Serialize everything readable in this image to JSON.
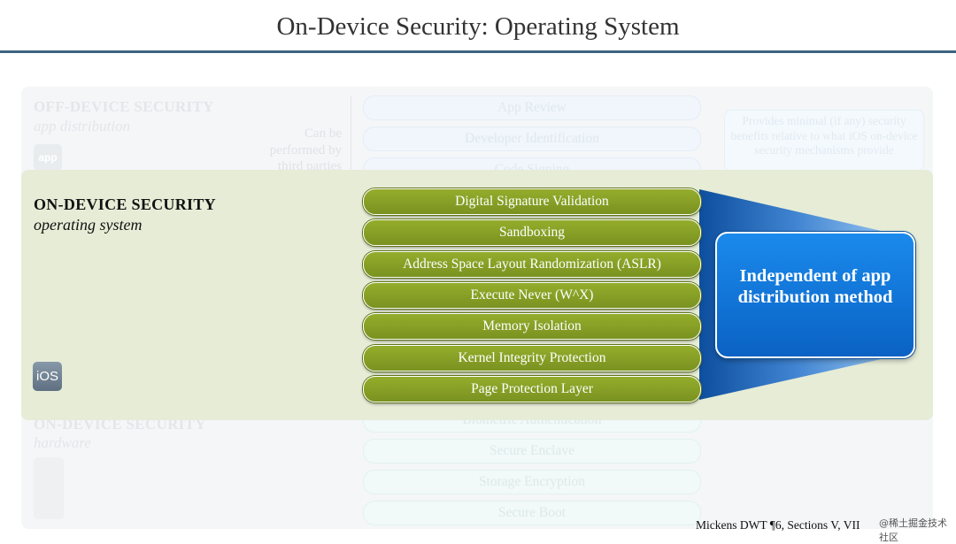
{
  "title": "On-Device Security: Operating System",
  "off_device": {
    "heading": "OFF-DEVICE SECURITY",
    "subheading": "app distribution",
    "app_icon_label": "app",
    "note": "Can be performed by third parties",
    "layers": [
      "App Review",
      "Developer Identification",
      "Code Signing"
    ],
    "callout": "Provides minimal (if any) security benefits relative to what iOS on-device security mechanisms provide"
  },
  "os": {
    "heading": "ON-DEVICE SECURITY",
    "subheading": "operating system",
    "icon_label": "iOS",
    "layers": [
      "Digital Signature Validation",
      "Sandboxing",
      "Address Space Layout Randomization (ASLR)",
      "Execute Never (W^X)",
      "Memory Isolation",
      "Kernel Integrity Protection",
      "Page Protection Layer"
    ],
    "callout": "Independent of app distribution method"
  },
  "hardware": {
    "heading": "ON-DEVICE SECURITY",
    "subheading": "hardware",
    "layers": [
      "Biometric Authentication",
      "Secure Enclave",
      "Storage Encryption",
      "Secure Boot"
    ]
  },
  "footer": "Mickens DWT ¶6, Sections V, VII",
  "watermark": "@稀土掘金技术社区",
  "colors": {
    "os_pill": "#86a027",
    "os_panel": "#e6ecd6",
    "callout": "#0a6fd6",
    "title_rule": "#3d6480"
  }
}
